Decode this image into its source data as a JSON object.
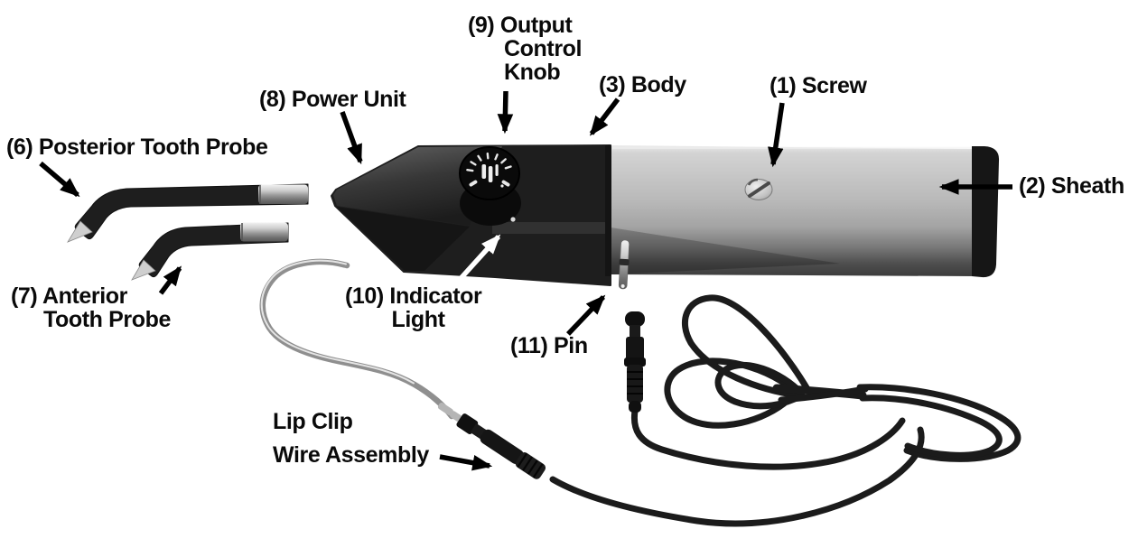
{
  "figure": {
    "description": "Labeled parts diagram of a dental pulp tester handpiece with probes, lip clip and wire assembly",
    "labels": {
      "screw": "(1) Screw",
      "sheath": "(2) Sheath",
      "body": "(3) Body",
      "posterior_probe": "(6) Posterior Tooth Probe",
      "anterior_probe_line1": "(7) Anterior",
      "anterior_probe_line2": "Tooth Probe",
      "power_unit": "(8) Power Unit",
      "output_knob_line1": "(9) Output",
      "output_knob_line2": "Control",
      "output_knob_line3": "Knob",
      "indicator_line1": "(10) Indicator",
      "indicator_line2": "Light",
      "pin": "(11) Pin",
      "lip_clip": "Lip Clip",
      "wire_assembly": "Wire Assembly"
    },
    "colors": {
      "background": "#ffffff",
      "text": "#0a0a0a",
      "device_dark": "#1e1e1e",
      "end_cap": "#161616",
      "sheath_light": "#c9c9c9",
      "sheath_shadow": "#424242",
      "metal": "#c0c0c0",
      "wire": "#1b1b1b",
      "arrow": "#000000",
      "indicator_arrow": "#ffffff"
    }
  }
}
